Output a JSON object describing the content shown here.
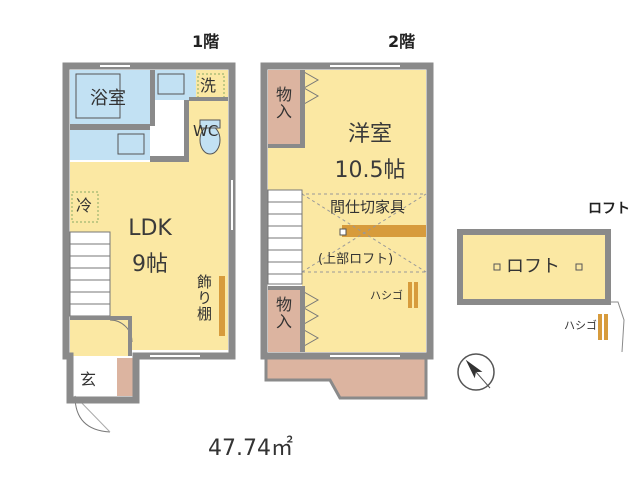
{
  "floor_labels": {
    "first": "1階",
    "second": "2階",
    "loft": "ロフト"
  },
  "rooms_1f": {
    "bath": "浴室",
    "laundry": "洗",
    "wc": "WC",
    "fridge": "冷",
    "ldk_name": "LDK",
    "ldk_size": "9帖",
    "shelf": "飾り棚",
    "entrance": "玄"
  },
  "rooms_2f": {
    "storage": "物入",
    "western_name": "洋室",
    "western_size": "10.5帖",
    "partition": "間仕切家具",
    "upper_loft": "(上部ロフト)",
    "ladder": "ハシゴ"
  },
  "loft": {
    "room": "ロフト",
    "ladder": "ハシゴ"
  },
  "total_area": "47.74㎡",
  "colors": {
    "wall": "#8a8a8a",
    "yellow": "#fbe8a3",
    "blue": "#c2e1f3",
    "pink": "#dcb4a0",
    "orange": "#d79b3c"
  }
}
